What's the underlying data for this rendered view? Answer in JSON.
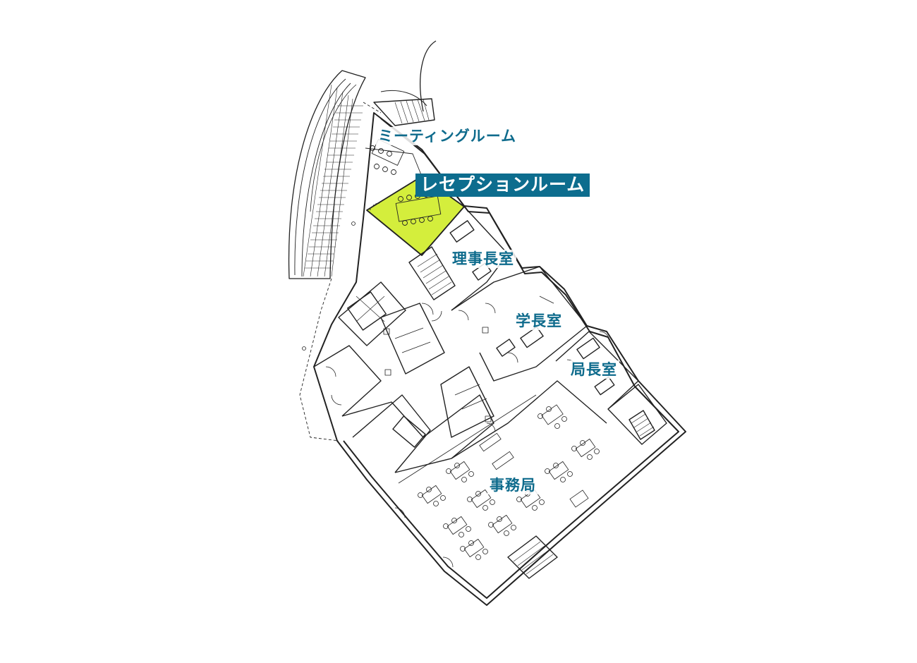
{
  "floor_plan": {
    "colors": {
      "label": "#0e6b8c",
      "highlight_badge": "#0d6d8e",
      "highlight_room": "#d4ee3c",
      "line": "#222222"
    },
    "rooms": {
      "meeting_room": "ミーティングルーム",
      "reception_room": "レセプションルーム",
      "chairman_room": "理事長室",
      "president_room": "学長室",
      "director_room": "局長室",
      "secretariat": "事務局"
    },
    "highlighted_room": "reception_room"
  }
}
